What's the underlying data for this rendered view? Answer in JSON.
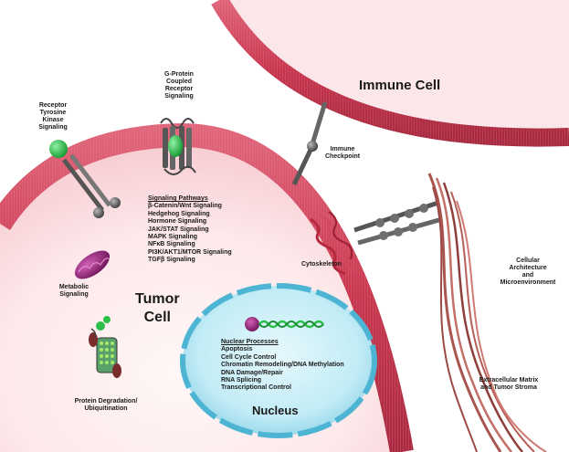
{
  "colors": {
    "membrane": "#c8374f",
    "membrane_dark": "#9e2236",
    "cytoplasm": "#fbe4e6",
    "nucleus": "#bfeaf5",
    "nucleus_edge": "#3aa7c7",
    "receptor": "#6b6b6b",
    "green_ligand": "#2bbf4a",
    "purple": "#8a1c6f"
  },
  "icons": {
    "receptor_tyrosine_kinase": "receptor-tyrosine-kinase-icon",
    "gpcr": "gpcr-icon",
    "immune_checkpoint": "immune-checkpoint-icon",
    "mitochondrion": "mitochondrion-icon",
    "proteasome": "proteasome-icon",
    "dna_helix": "dna-helix-icon",
    "fibers": "extracellular-fibers-icon"
  },
  "labels": {
    "immune_cell": "Immune Cell",
    "tumor_cell_line1": "Tumor",
    "tumor_cell_line2": "Cell",
    "nucleus": "Nucleus",
    "rtk": [
      "Receptor",
      "Tyrosine",
      "Kinase",
      "Signaling"
    ],
    "gpcr": [
      "G-Protein",
      "Coupled",
      "Receptor",
      "Signaling"
    ],
    "immune_checkpoint": [
      "Immune",
      "Checkpoint"
    ],
    "cytoskeleton": "Cytoskeleton",
    "metabolic": [
      "Metabolic",
      "Signaling"
    ],
    "protein_degradation": [
      "Protein Degradation/",
      "Ubiquitination"
    ],
    "cellular_architecture": [
      "Cellular",
      "Architecture",
      "and",
      "Microenvironment"
    ],
    "ecm": [
      "Extracellular Matrix",
      "and Tumor Stroma"
    ]
  },
  "signaling_pathways": {
    "title": "Signaling Pathways",
    "items": [
      "β-Catenin/Wnt Signaling",
      "Hedgehog Signaling",
      "Hormone Signaling",
      "JAK/STAT Signaling",
      "MAPK Signaling",
      "NFκB Signaling",
      "PI3K/AKT1/MTOR Signaling",
      "TGFβ Signaling"
    ]
  },
  "nuclear_processes": {
    "title": "Nuclear Processes",
    "items": [
      "Apoptosis",
      "Cell Cycle Control",
      "Chromatin Remodeling/DNA Methylation",
      "DNA Damage/Repair",
      "RNA Splicing",
      "Transcriptional Control"
    ]
  }
}
